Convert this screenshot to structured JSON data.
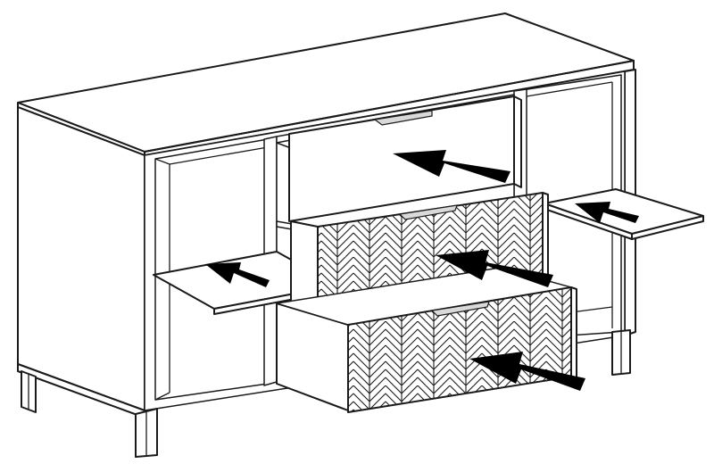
{
  "figure": {
    "subject": "sideboard-assembly-diagram",
    "ink_color": "#1a1a1a",
    "paper_color": "#ffffff",
    "handle_color": "#d9d9d9",
    "arrow_color": "#000000",
    "arrow_count": 5,
    "drawer_count": 3,
    "shelf_count": 2,
    "leg_count": 4
  }
}
